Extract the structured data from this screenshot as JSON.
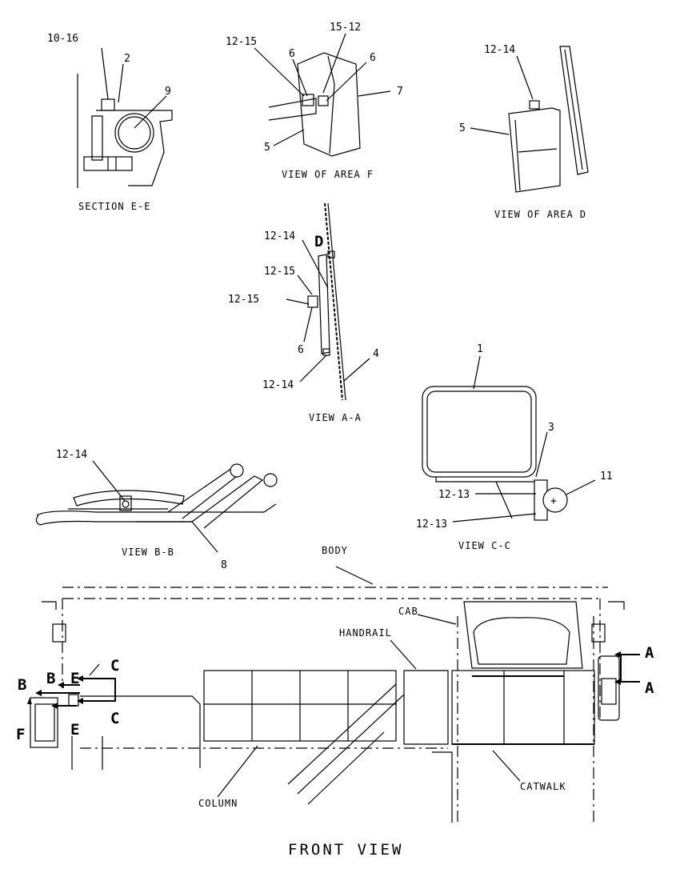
{
  "sections": {
    "section_ee": {
      "caption": "SECTION  E-E",
      "callouts": [
        "10-16",
        "2",
        "9"
      ]
    },
    "area_f": {
      "caption": "VIEW  OF  AREA F",
      "callouts": [
        "12-15",
        "15-12",
        "6",
        "6",
        "7",
        "5"
      ]
    },
    "area_d": {
      "caption": "VIEW  OF  AREA D",
      "callouts": [
        "12-14",
        "5"
      ]
    },
    "view_aa": {
      "caption": "VIEW  A-A",
      "letter": "D",
      "callouts": [
        "12-14",
        "12-15",
        "12-15",
        "6",
        "12-14",
        "4"
      ]
    },
    "view_cc": {
      "caption": "VIEW  C-C",
      "callouts": [
        "1",
        "3",
        "11",
        "12-13",
        "12-13"
      ]
    },
    "view_bb": {
      "caption": "VIEW  B-B",
      "callouts": [
        "12-14",
        "8"
      ]
    }
  },
  "front_view": {
    "caption": "FRONT  VIEW",
    "labels": {
      "body": "BODY",
      "cab": "CAB",
      "handrail": "HANDRAIL",
      "catwalk": "CATWALK",
      "column": "COLUMN"
    },
    "section_letters": [
      "B",
      "B",
      "E",
      "C",
      "C",
      "E",
      "F",
      "A",
      "A"
    ]
  }
}
